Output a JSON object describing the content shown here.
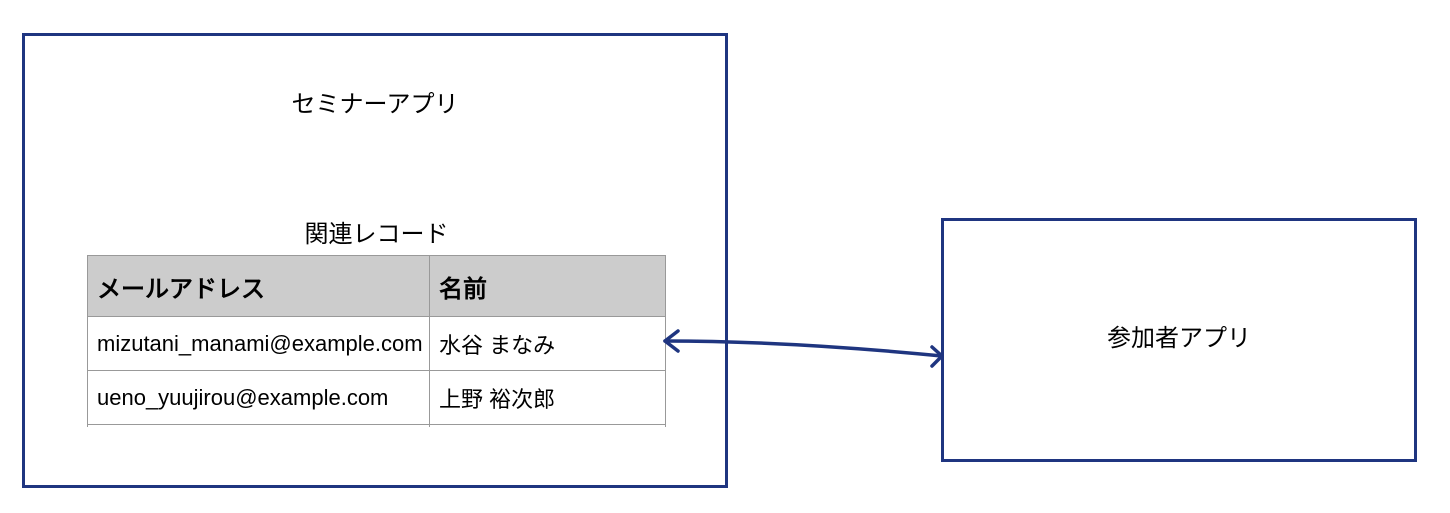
{
  "seminar_app": {
    "title": "セミナーアプリ",
    "related_records": {
      "caption": "関連レコード",
      "columns": [
        "メールアドレス",
        "名前"
      ],
      "rows": [
        [
          "mizutani_manami@example.com",
          "水谷 まなみ"
        ],
        [
          "ueno_yuujirou@example.com",
          "上野 裕次郎"
        ]
      ]
    }
  },
  "participant_app": {
    "title": "参加者アプリ"
  },
  "colors": {
    "box_border": "#1f3580",
    "header_fill": "#cccccc",
    "table_border": "#999999"
  }
}
